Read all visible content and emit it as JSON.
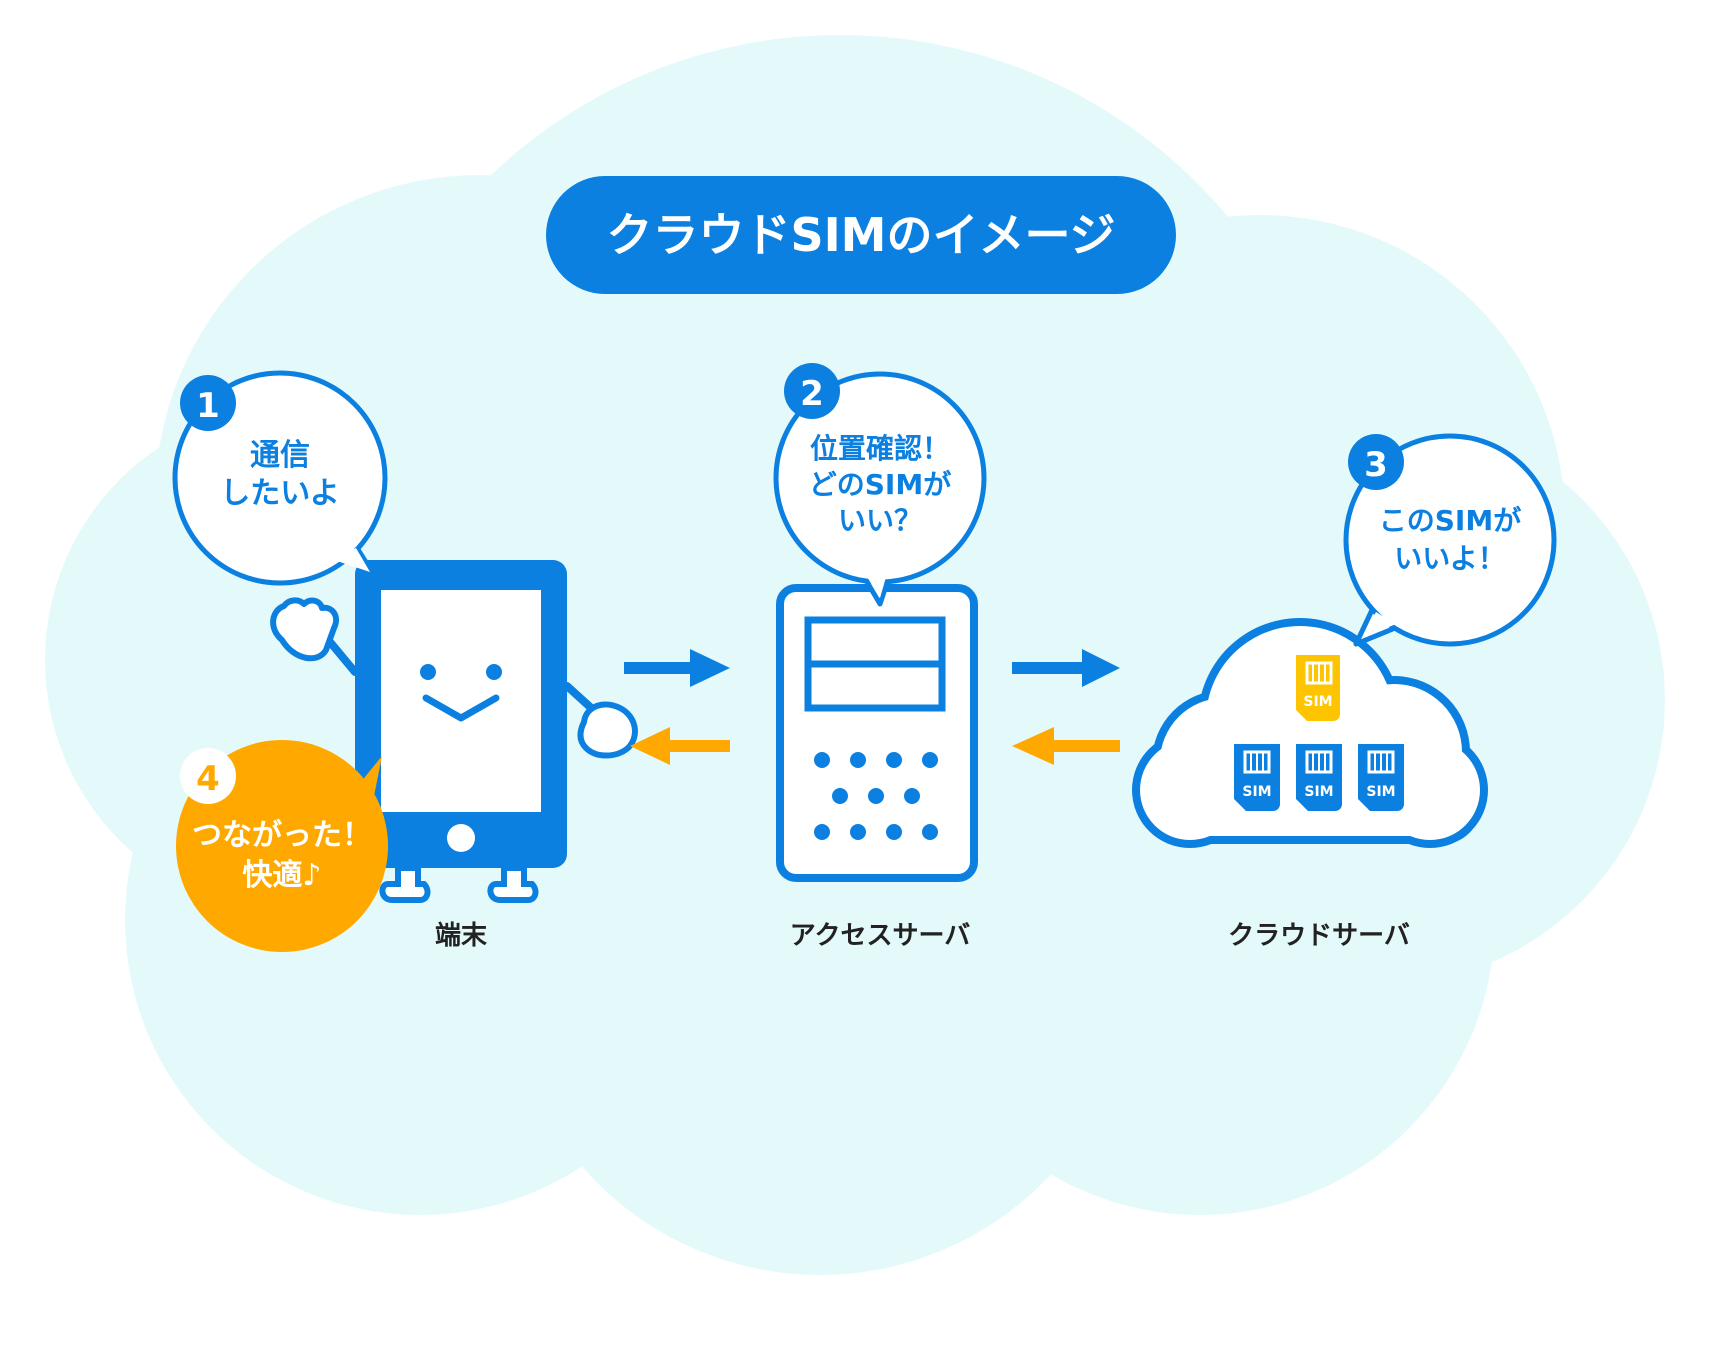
{
  "title": "クラウドSIMのイメージ",
  "colors": {
    "blue": "#0b80e0",
    "orange": "#ffa800",
    "yellow": "#ffc400",
    "cloud_fill": "#e4fafa",
    "cloud_stroke": "#ffffff",
    "white": "#ffffff",
    "text_dark": "#222222"
  },
  "steps": [
    {
      "number": "1",
      "lines": [
        "通信",
        "したいよ"
      ]
    },
    {
      "number": "2",
      "lines": [
        "位置確認！",
        "どのSIMが",
        "いい？"
      ]
    },
    {
      "number": "3",
      "lines": [
        "このSIMが",
        "いいよ！"
      ]
    },
    {
      "number": "4",
      "lines": [
        "つながった！",
        "快適♪"
      ]
    }
  ],
  "nodes": {
    "device": "端末",
    "access_server": "アクセスサーバ",
    "cloud_server": "クラウドサーバ"
  },
  "sim_label": "SIM",
  "icons": [
    "smartphone-character-icon",
    "access-server-icon",
    "cloud-server-icon",
    "sim-card-icon",
    "arrow-right-icon",
    "arrow-left-icon"
  ]
}
